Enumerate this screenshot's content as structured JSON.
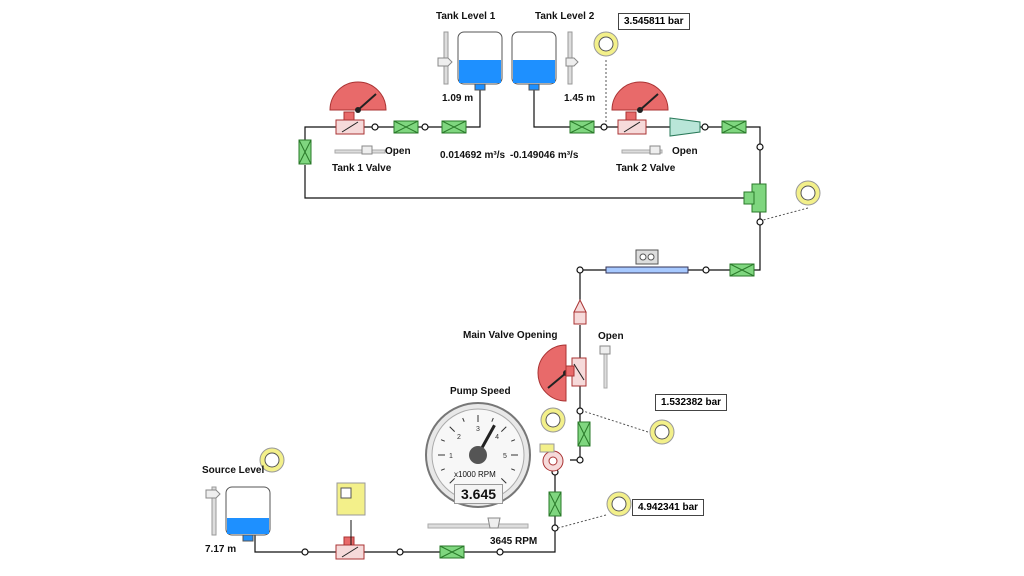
{
  "tanks": {
    "tank1": {
      "title": "Tank Level 1",
      "level": "1.09 m",
      "fill": 0.45
    },
    "tank2": {
      "title": "Tank Level 2",
      "level": "1.45 m",
      "fill": 0.45
    },
    "source": {
      "title": "Source Level",
      "level": "7.17 m",
      "fill": 0.35
    }
  },
  "valves": {
    "tank1": {
      "label": "Tank 1 Valve",
      "state": "Open"
    },
    "tank2": {
      "label": "Tank 2 Valve",
      "state": "Open"
    },
    "main": {
      "label": "Main Valve Opening",
      "state": "Open"
    }
  },
  "flows": {
    "flow1": "0.014692 m³/s",
    "flow2": "-0.149046 m³/s"
  },
  "pressures": {
    "p_top": "3.545811 bar",
    "p_mid": "1.532382 bar",
    "p_low": "4.942341 bar"
  },
  "pump": {
    "title": "Pump Speed",
    "unit_label": "x1000 RPM",
    "value": "3.645",
    "speed_text": "3645 RPM",
    "ticks": [
      "1",
      "2",
      "3",
      "4",
      "5"
    ],
    "needle_value": 3.645,
    "max": 6
  },
  "colors": {
    "pipe": "#111111",
    "gauge_red": "#e86a6a",
    "valve_green": "#7fd67f",
    "water": "#1e90ff",
    "sensor_yellow": "#f3f08a"
  }
}
